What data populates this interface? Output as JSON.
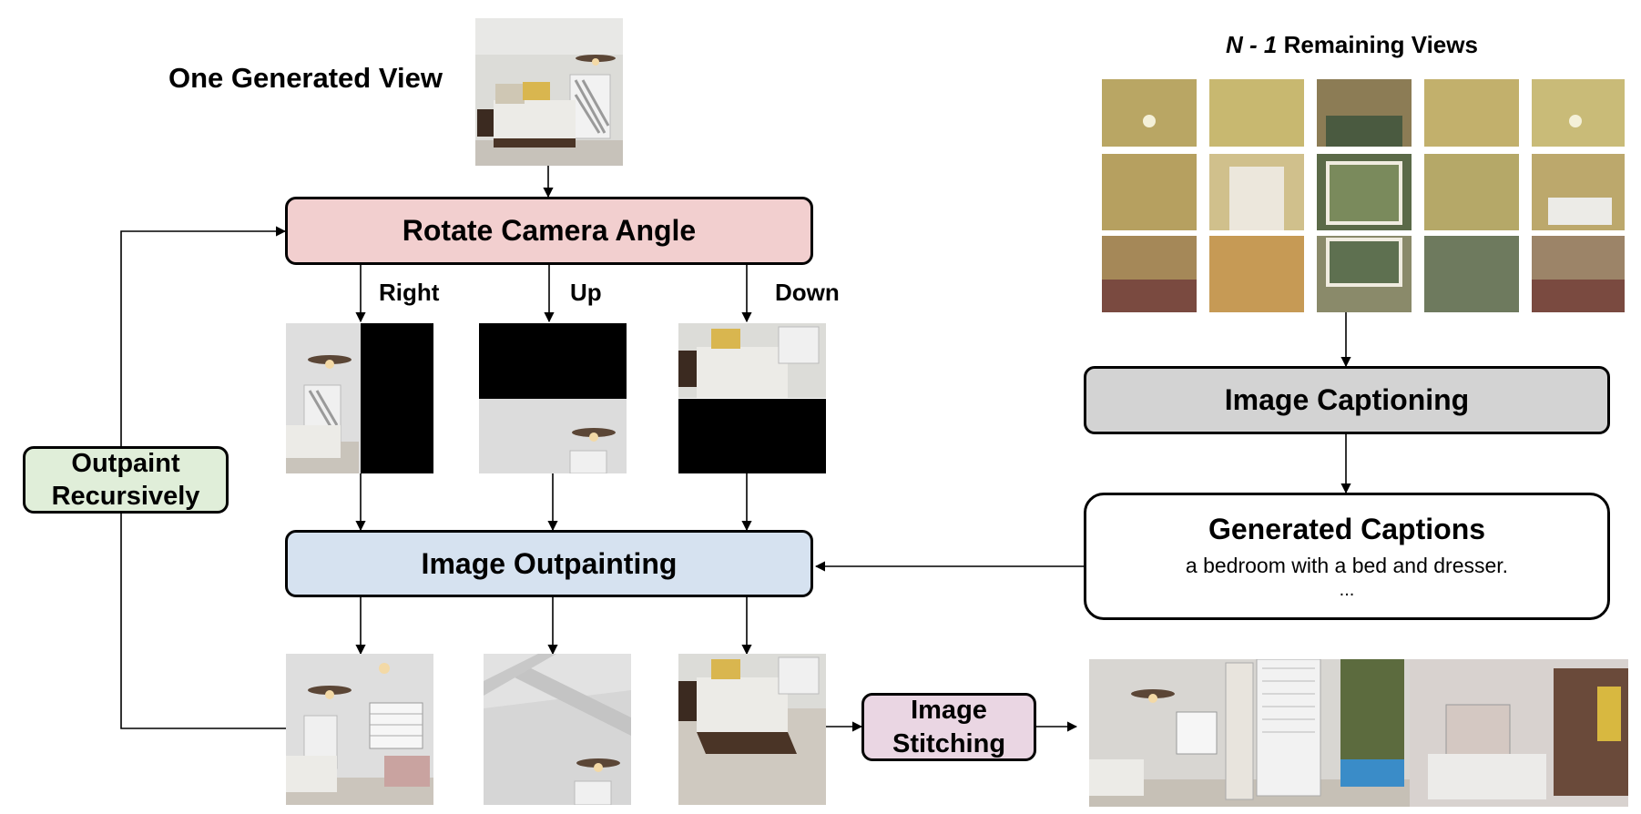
{
  "title_one_view": "One Generated View",
  "title_remaining": {
    "italic": "N - 1",
    "rest": " Remaining Views"
  },
  "boxes": {
    "rotate": "Rotate Camera Angle",
    "outpainting": "Image Outpainting",
    "outpaint_recursively": "Outpaint Recursively",
    "captioning": "Image Captioning",
    "stitching": "Image Stitching",
    "captions_title": "Generated Captions"
  },
  "directions": {
    "right": "Right",
    "up": "Up",
    "down": "Down"
  },
  "caption_example": "a bedroom with a bed and dresser.",
  "caption_more": "...",
  "colors": {
    "rotate": "#f2cfcf",
    "outpainting": "#d6e2f0",
    "outpaint_recursively": "#e0eed9",
    "captioning": "#d3d3d3",
    "stitching": "#ead6e3",
    "captions": "#ffffff"
  }
}
